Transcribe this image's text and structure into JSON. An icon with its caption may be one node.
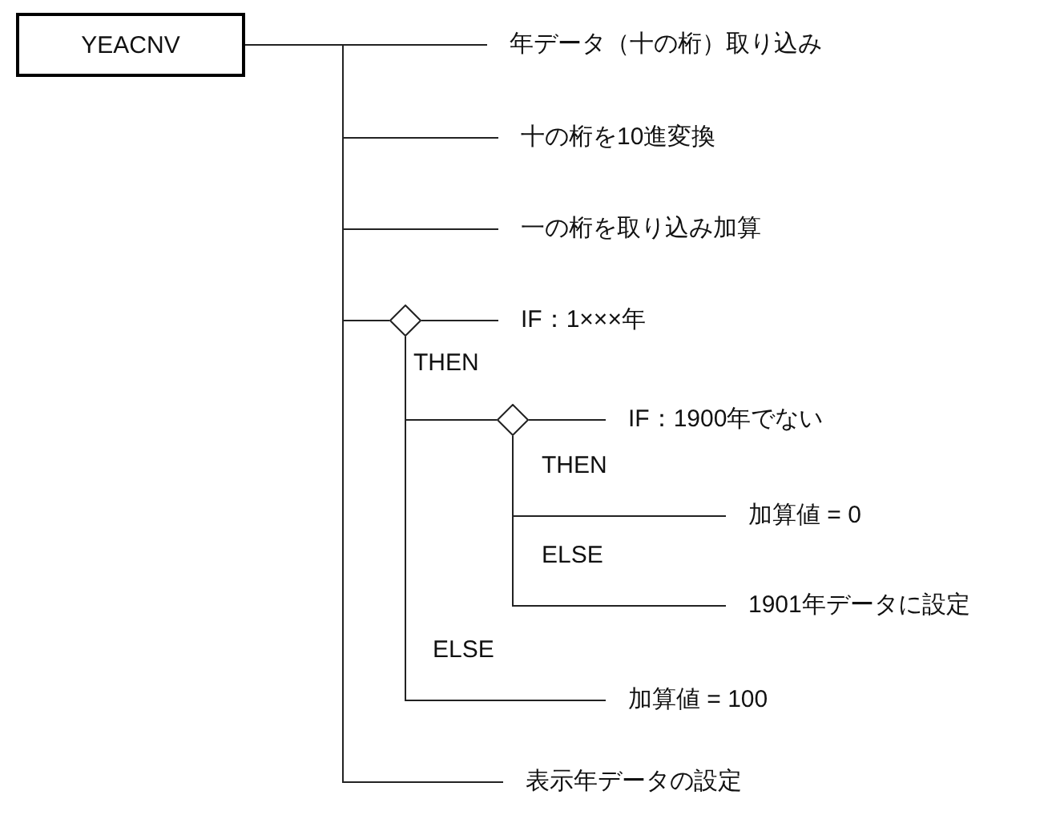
{
  "diagram": {
    "nodes": [
      {
        "text": [
          "YEACNV"
        ]
      },
      {
        "text": [
          "年データ（十の桁）取り込み"
        ]
      },
      {
        "text": [
          "十の桁を10進変換"
        ]
      },
      {
        "text": [
          "一の桁を取り込み加算"
        ]
      },
      {
        "text": [],
        "shape": "diamond"
      },
      {
        "text": [
          "IF：1×××年"
        ]
      },
      {
        "text": [],
        "shape": "diamond"
      },
      {
        "text": [
          "IF：1900年でない"
        ]
      },
      {
        "text": [
          "加算値 = 0"
        ]
      },
      {
        "text": [
          "1901年データに設定"
        ]
      },
      {
        "text": [
          "加算値 = 100"
        ]
      },
      {
        "text": [
          "表示年データの設定"
        ]
      }
    ],
    "edges": [
      {
        "from": 0,
        "to": 1,
        "arrow": "none"
      },
      {
        "from": 0,
        "to": 2,
        "arrow": "none"
      },
      {
        "from": 0,
        "to": 3,
        "arrow": "none"
      },
      {
        "from": 0,
        "to": 4,
        "arrow": "none"
      },
      {
        "from": 4,
        "to": 5,
        "arrow": "none"
      },
      {
        "from": 4,
        "to": 6,
        "arrow": "none"
      },
      {
        "from": 6,
        "to": 7,
        "arrow": "none"
      },
      {
        "from": 6,
        "to": 8,
        "arrow": "none"
      },
      {
        "from": 6,
        "to": 9,
        "arrow": "none"
      },
      {
        "from": 4,
        "to": 10,
        "arrow": "none"
      },
      {
        "from": 0,
        "to": 11,
        "arrow": "none"
      }
    ],
    "labels": [
      "THEN",
      "THEN",
      "ELSE",
      "ELSE"
    ]
  }
}
